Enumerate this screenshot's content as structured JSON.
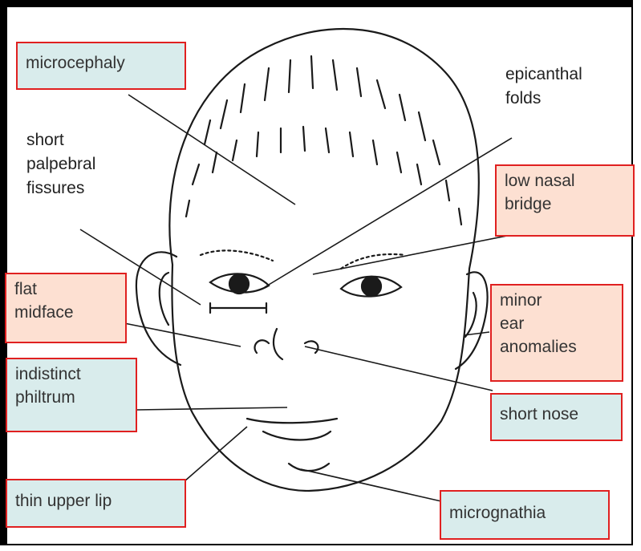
{
  "labels": {
    "microcephaly": "microcephaly",
    "epicanthal": "epicanthal\nfolds",
    "palpebral": "short\npalpebral\nfissures",
    "nasal_bridge": "low nasal\nbridge",
    "midface": "flat\nmidface",
    "ear": "minor\near\nanomalies",
    "philtrum": "indistinct\nphiltrum",
    "nose": "short nose",
    "lip": "thin upper lip",
    "micrognathia": "micrognathia"
  },
  "colors": {
    "box_border": "#e02020",
    "blue_fill": "#d9ecec",
    "peach_fill": "#fde0d2",
    "ink": "#1a1a1a"
  }
}
